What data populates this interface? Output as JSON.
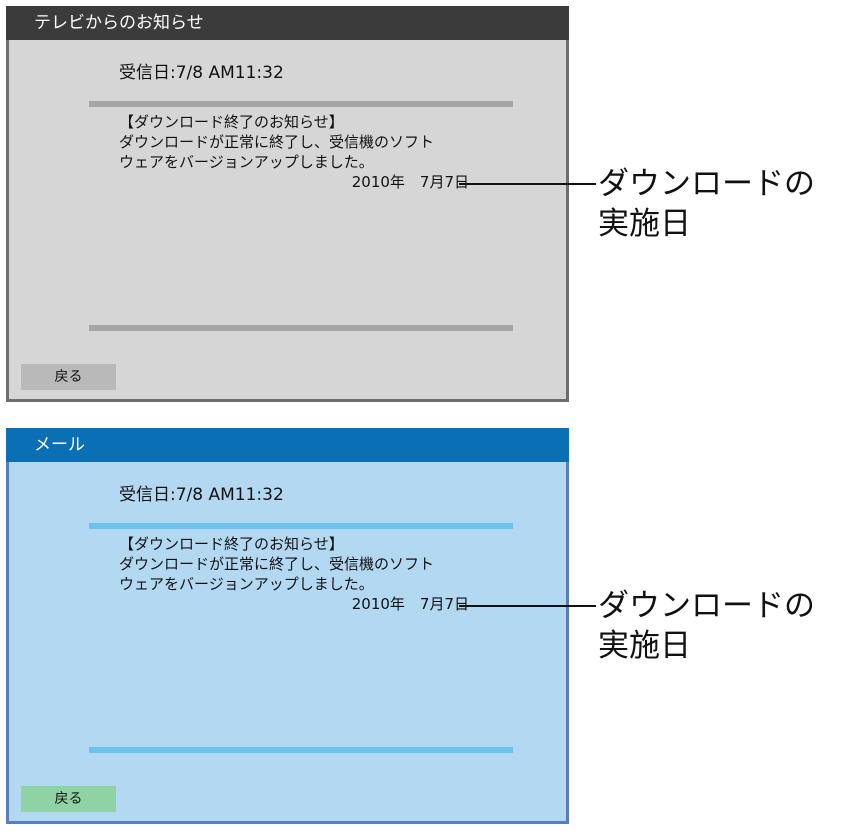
{
  "screens": [
    {
      "id": "tv-notice",
      "title": "テレビからのお知らせ",
      "received": "受信日:7/8 AM11:32",
      "message_lines": [
        "【ダウンロード終了のお知らせ】",
        "ダウンロードが正常に終了し、受信機のソフト",
        "ウェアをバージョンアップしました。"
      ],
      "date": "2010年　7月7日",
      "back_label": "戻る",
      "accent": "#3b3b3b",
      "panel_color": "#d6d6d6"
    },
    {
      "id": "mail",
      "title": "メール",
      "received": "受信日:7/8 AM11:32",
      "message_lines": [
        "【ダウンロード終了のお知らせ】",
        "ダウンロードが正常に終了し、受信機のソフト",
        "ウェアをバージョンアップしました。"
      ],
      "date": "2010年　7月7日",
      "back_label": "戻る",
      "accent": "#0a6fb5",
      "panel_color": "#b3d8f1"
    }
  ],
  "callouts": [
    {
      "lines": [
        "ダウンロードの",
        "実施日"
      ]
    },
    {
      "lines": [
        "ダウンロードの",
        "実施日"
      ]
    }
  ]
}
